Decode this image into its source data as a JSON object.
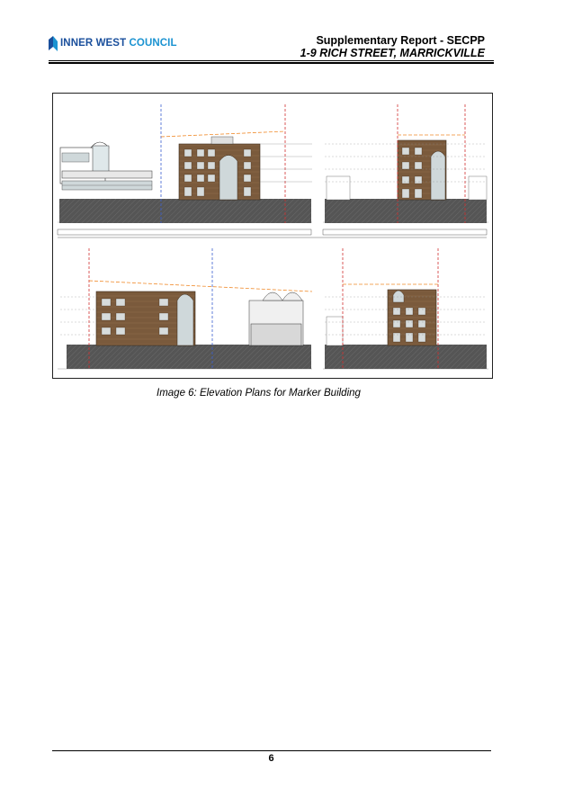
{
  "header": {
    "logo_text_1": "INNER WEST",
    "logo_text_2": "COUNCIL",
    "title": "Supplementary Report - SECPP",
    "subtitle": "1-9 RICH STREET, MARRICKVILLE"
  },
  "figure": {
    "caption": "Image 6: Elevation Plans for Marker Building"
  },
  "footer": {
    "page_number": "6"
  },
  "colors": {
    "logo_primary": "#1a4f9c",
    "logo_accent": "#1b93d1",
    "brick": "#7a5a3c",
    "ground": "#555555",
    "height_line": "#f08a2a",
    "boundary_red": "#d23030",
    "grid_blue": "#3a5fd0"
  }
}
